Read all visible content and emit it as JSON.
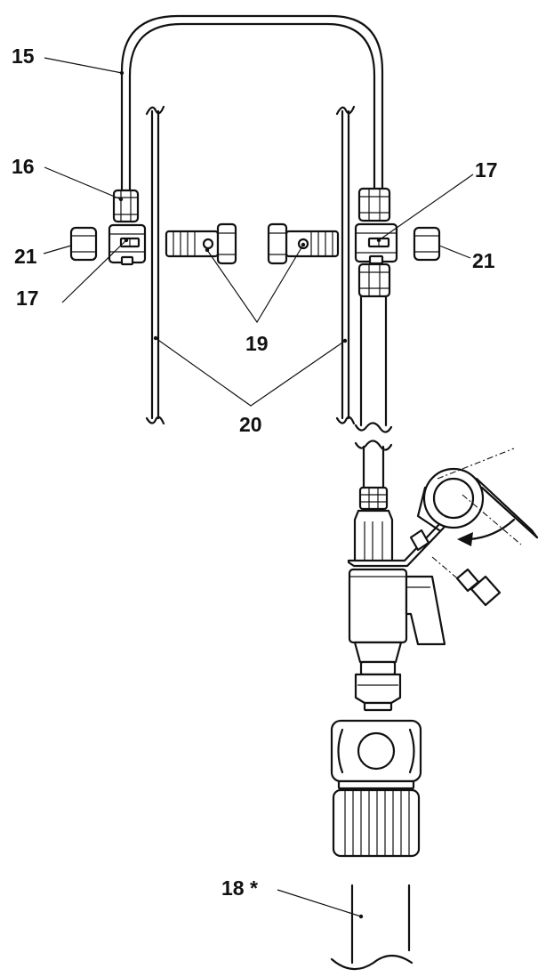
{
  "diagram": {
    "callouts": {
      "c15": "15",
      "c16": "16",
      "c17_left": "17",
      "c17_right": "17",
      "c21_left": "21",
      "c21_right": "21",
      "c19": "19",
      "c20": "20",
      "c18": "18 *"
    }
  }
}
